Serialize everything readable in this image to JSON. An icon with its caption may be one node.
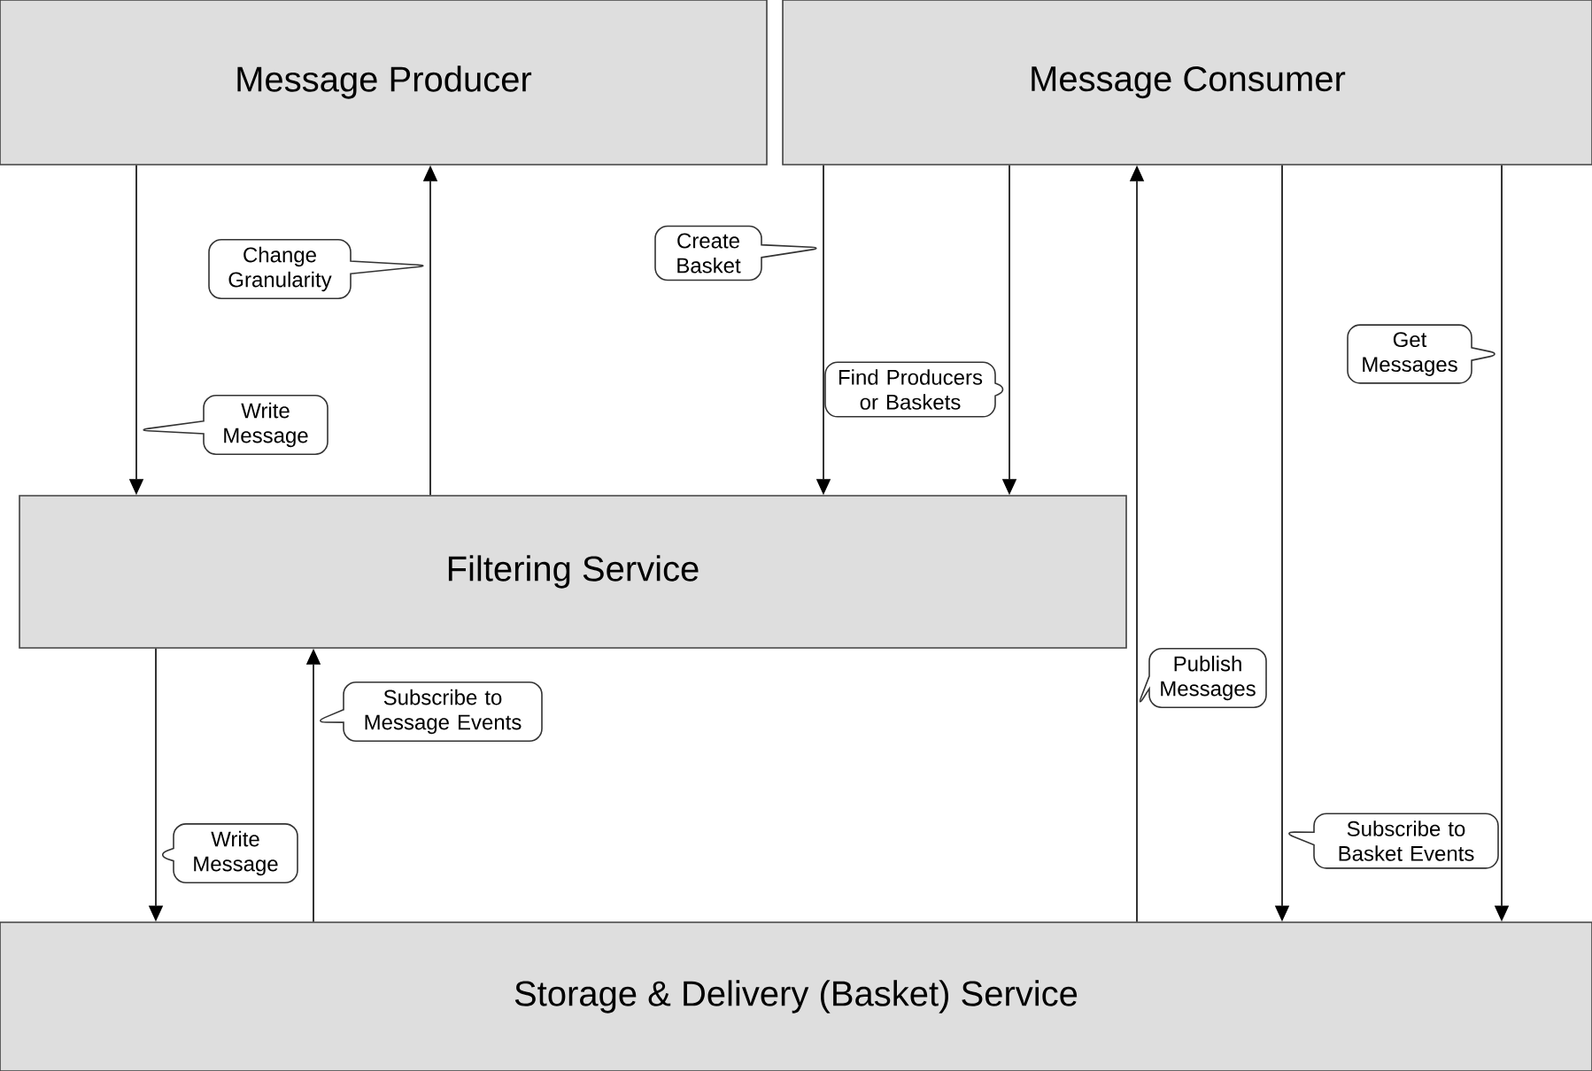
{
  "diagram": {
    "nodes": [
      {
        "text": [
          "Message Producer"
        ]
      },
      {
        "text": [
          "Message Consumer"
        ]
      },
      {
        "text": [
          "Filtering Service"
        ]
      },
      {
        "text": [
          "Storage & Delivery (Basket) Service"
        ]
      }
    ],
    "edges": [
      {
        "from": 0,
        "to": 2,
        "arrow": "to",
        "label": "Write Message"
      },
      {
        "from": 2,
        "to": 0,
        "arrow": "to",
        "label": "Change Granularity"
      },
      {
        "from": 1,
        "to": 2,
        "arrow": "to",
        "label": "Create Basket"
      },
      {
        "from": 1,
        "to": 2,
        "arrow": "to",
        "label": "Find Producers or Baskets"
      },
      {
        "from": 3,
        "to": 1,
        "arrow": "to",
        "label": "Publish Messages"
      },
      {
        "from": 1,
        "to": 3,
        "arrow": "to",
        "label": "Subscribe to Basket Events"
      },
      {
        "from": 1,
        "to": 3,
        "arrow": "to",
        "label": "Get Messages"
      },
      {
        "from": 2,
        "to": 3,
        "arrow": "to",
        "label": "Write Message"
      },
      {
        "from": 3,
        "to": 2,
        "arrow": "to",
        "label": "Subscribe to Message Events"
      }
    ]
  }
}
